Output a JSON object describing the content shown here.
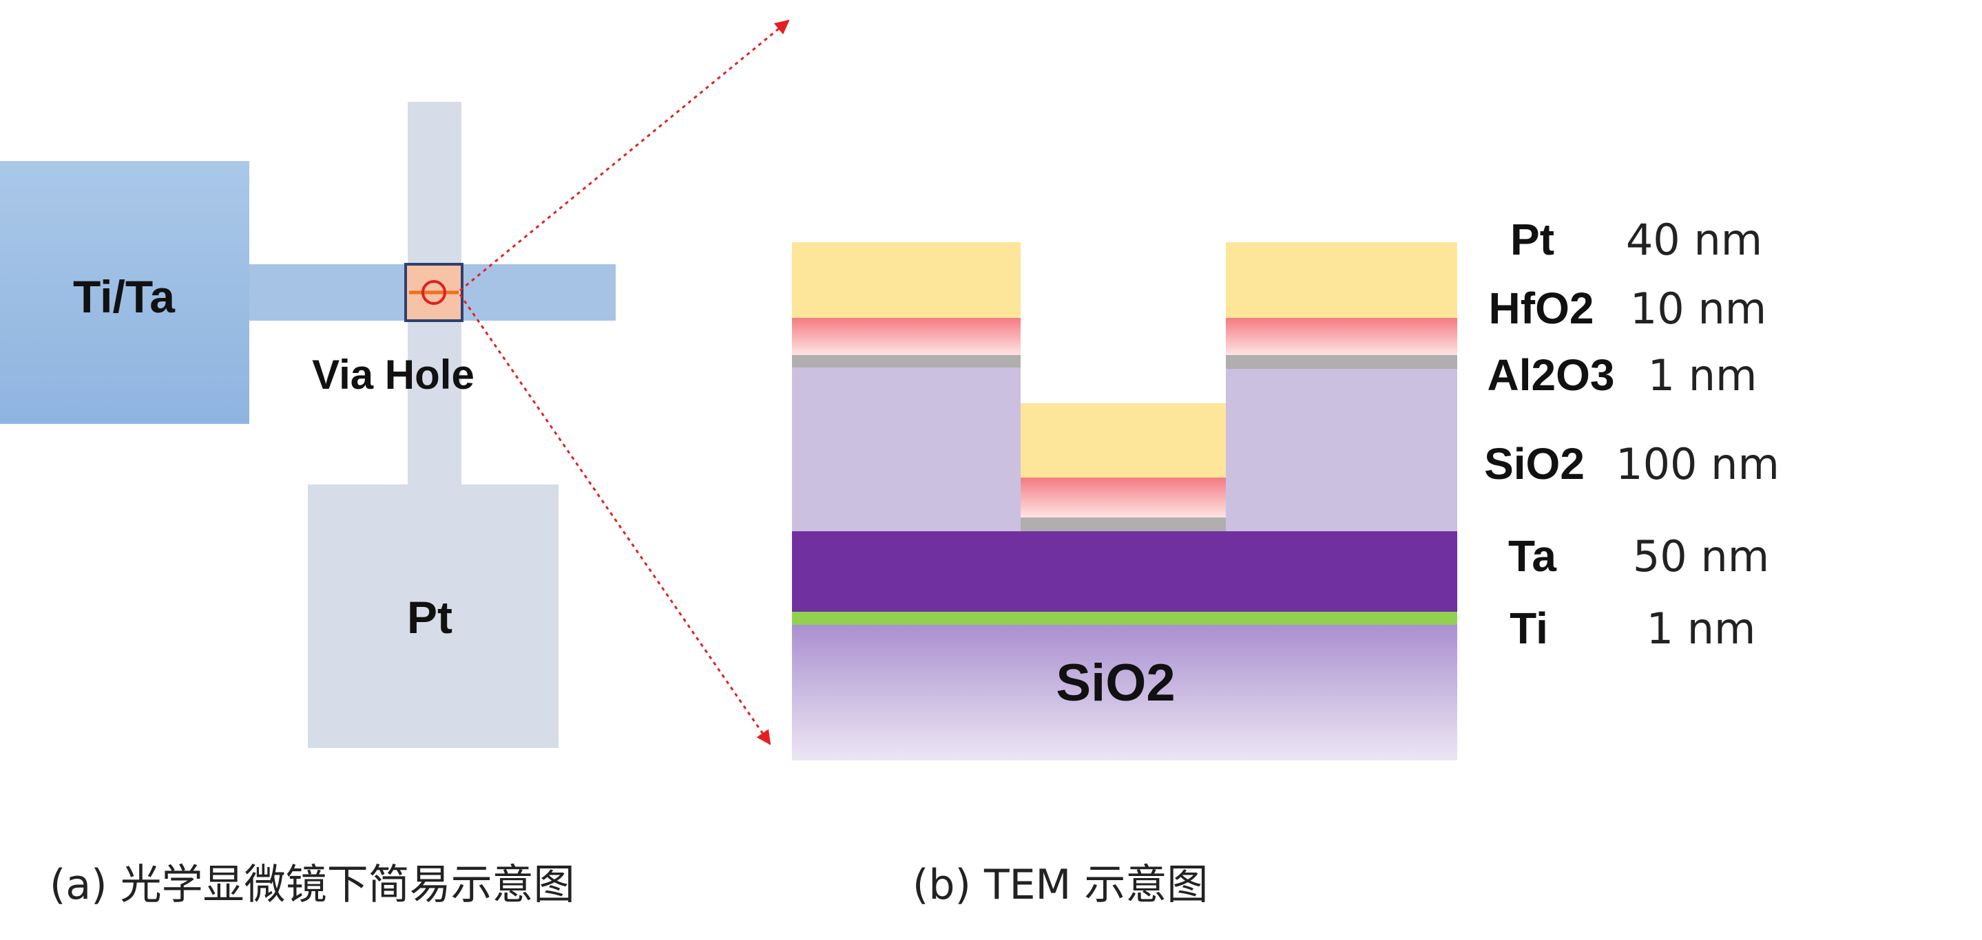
{
  "panel_a": {
    "label_tita": "Ti/Ta",
    "label_via": "Via Hole",
    "label_pt": "Pt",
    "caption": "(a) 光学显微镜下简易示意图"
  },
  "panel_b": {
    "substrate_label": "SiO2",
    "caption": "(b) TEM 示意图",
    "layers": [
      {
        "material": "Pt",
        "thickness": "40 nm"
      },
      {
        "material": "HfO2",
        "thickness": "10 nm"
      },
      {
        "material": "Al2O3",
        "thickness": "1 nm"
      },
      {
        "material": "SiO2",
        "thickness": "100 nm"
      },
      {
        "material": "Ta",
        "thickness": "50 nm"
      },
      {
        "material": "Ti",
        "thickness": "1 nm"
      }
    ]
  },
  "colors": {
    "tita": "#9dbfe4",
    "pt_electrode": "#d6dde8",
    "via": "#f7c3a6",
    "pt_layer": "#fde59a",
    "hfo2": "#f58a8f",
    "al2o3": "#b0aeae",
    "sio2_spacer": "#ccc0e0",
    "ta": "#7030a0",
    "ti": "#92d050",
    "arrow": "#e32020"
  }
}
